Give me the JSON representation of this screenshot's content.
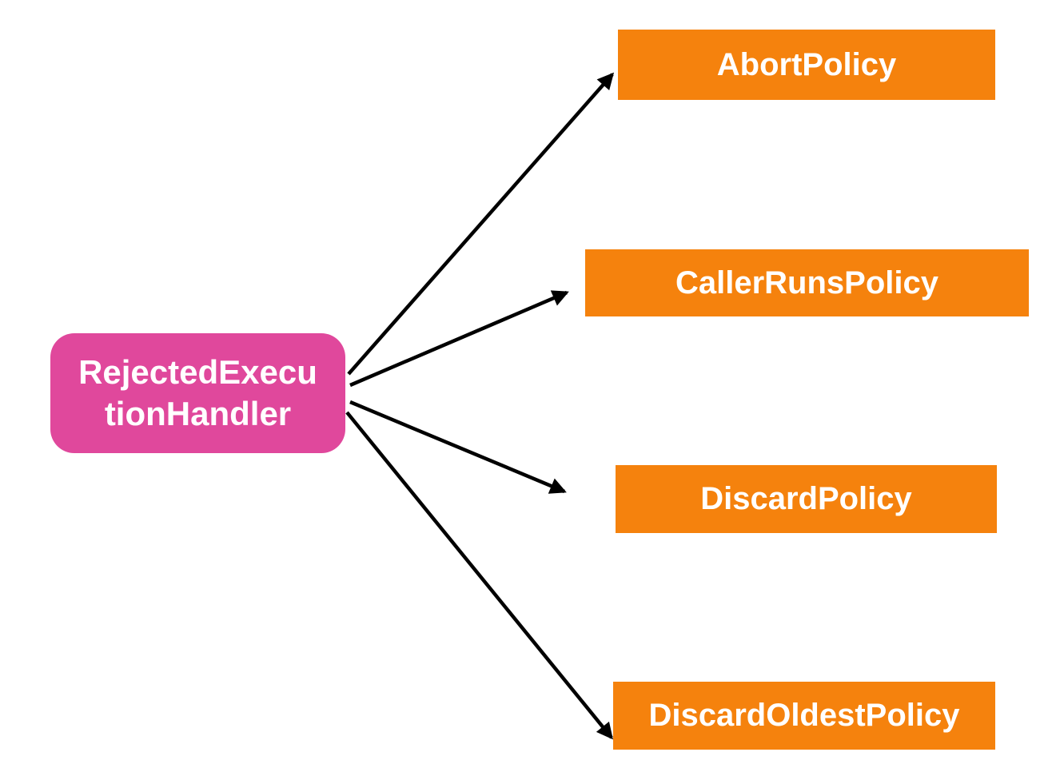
{
  "diagram": {
    "root": {
      "label": "RejectedExecutionHandler",
      "lines": [
        "RejectedExecu",
        "tionHandler"
      ]
    },
    "children": [
      {
        "label": "AbortPolicy"
      },
      {
        "label": "CallerRunsPolicy"
      },
      {
        "label": "DiscardPolicy"
      },
      {
        "label": "DiscardOldestPolicy"
      }
    ],
    "colors": {
      "root_fill": "#E0489C",
      "child_fill": "#F5820D",
      "arrow": "#000000",
      "text": "#FFFFFF"
    }
  }
}
